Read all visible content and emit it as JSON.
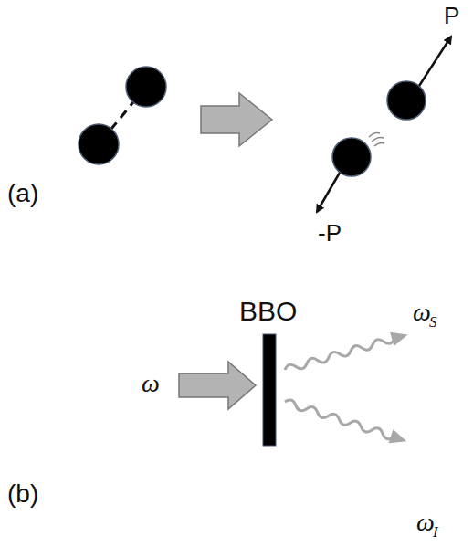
{
  "diagram": {
    "labels": [
      "P",
      "-P",
      "(a)",
      "BBO",
      "ω",
      "ω",
      "S",
      "ω",
      "I",
      "(b)"
    ]
  }
}
